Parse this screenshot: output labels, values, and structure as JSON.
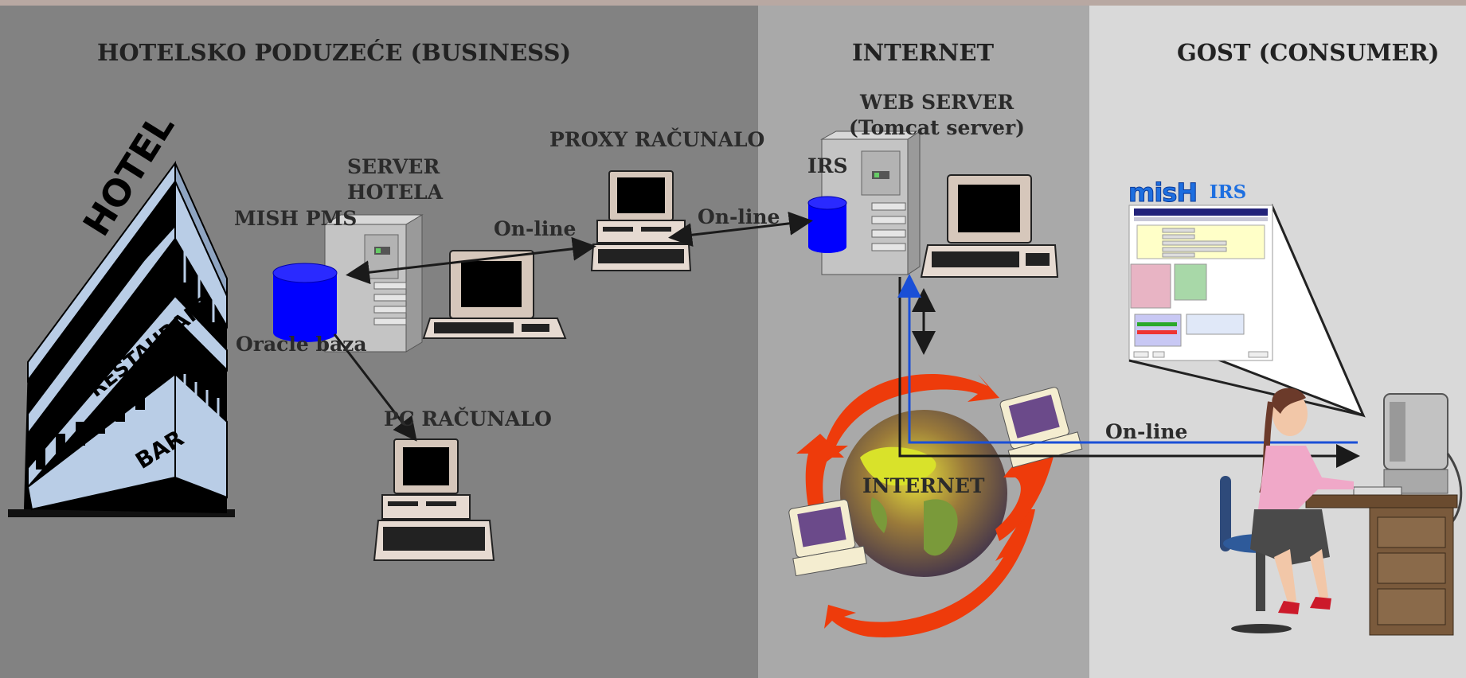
{
  "zones": {
    "business": "HOTELSKO PODUZEĆE (BUSINESS)",
    "internet": "INTERNET",
    "consumer": "GOST (CONSUMER)"
  },
  "hotel_signs": {
    "hotel": "HOTEL",
    "restaurant": "RESTAURANT",
    "bar": "BAR"
  },
  "nodes": {
    "mish_pms": "MISH PMS",
    "server_hotela_line1": "SERVER",
    "server_hotela_line2": "HOTELA",
    "oracle": "Oracle baza",
    "proxy": "PROXY RAČUNALO",
    "pc": "PC RAČUNALO",
    "web_server_line1": "WEB SERVER",
    "web_server_line2": "(Tomcat server)",
    "irs": "IRS",
    "internet_globe": "INTERNET"
  },
  "connections": {
    "online_1": "On-line",
    "online_2": "On-line",
    "online_3": "On-line"
  },
  "screen": {
    "brand": "misH",
    "product": "IRS"
  },
  "colors": {
    "database": "#0000ff",
    "blue_line": "#1a4fd6",
    "arrows": "#ee3b0b",
    "business_bg": "#828282",
    "internet_bg": "#a9a9a9",
    "consumer_bg": "#d9d9d9"
  }
}
